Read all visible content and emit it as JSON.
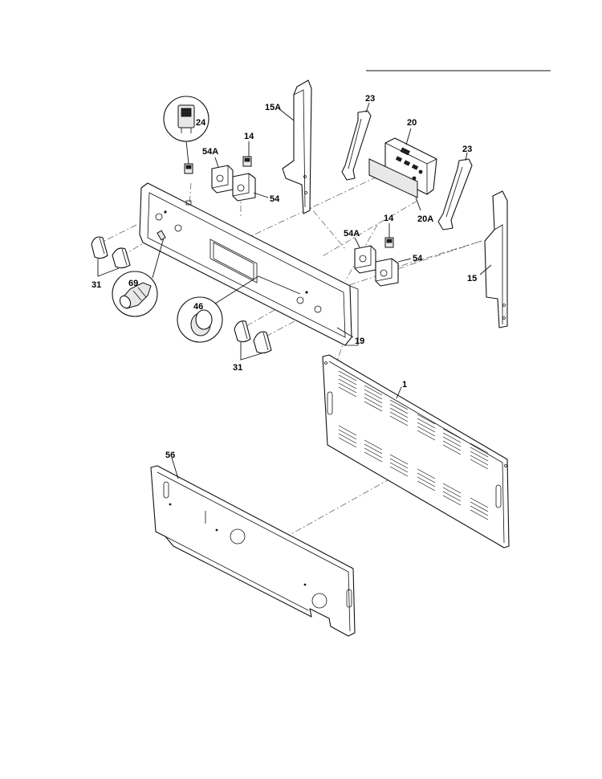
{
  "parts": [
    {
      "id": "1",
      "name": "back-panel"
    },
    {
      "id": "14",
      "name": "indicator-light-upper"
    },
    {
      "id": "14",
      "name": "indicator-light-lower"
    },
    {
      "id": "15",
      "name": "end-cap-right"
    },
    {
      "id": "15A",
      "name": "end-cap-left"
    },
    {
      "id": "19",
      "name": "control-panel"
    },
    {
      "id": "20",
      "name": "clock-timer"
    },
    {
      "id": "20A",
      "name": "overlay-label"
    },
    {
      "id": "23",
      "name": "bracket-left"
    },
    {
      "id": "23",
      "name": "bracket-right"
    },
    {
      "id": "24",
      "name": "rocker-switch"
    },
    {
      "id": "31",
      "name": "knobs-left"
    },
    {
      "id": "31",
      "name": "knobs-right"
    },
    {
      "id": "46",
      "name": "button"
    },
    {
      "id": "54",
      "name": "infinite-switch-upper"
    },
    {
      "id": "54A",
      "name": "infinite-switch-upper-a"
    },
    {
      "id": "54",
      "name": "infinite-switch-lower"
    },
    {
      "id": "54A",
      "name": "infinite-switch-lower-a"
    },
    {
      "id": "56",
      "name": "lower-panel"
    },
    {
      "id": "69",
      "name": "indicator-bulb"
    }
  ]
}
